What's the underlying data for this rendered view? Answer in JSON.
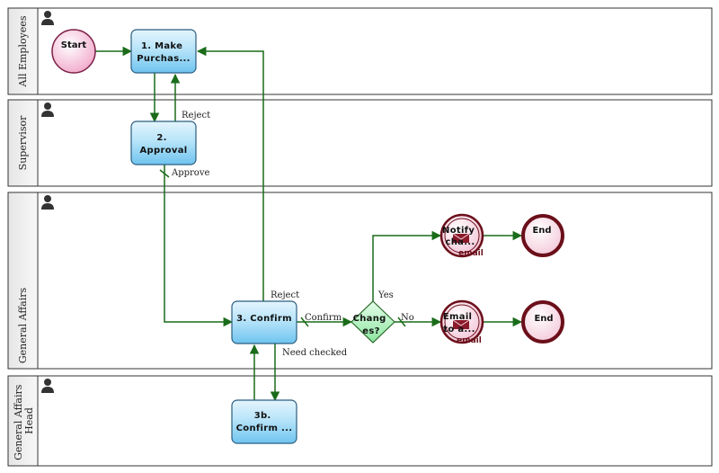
{
  "lanes": [
    {
      "label": "All Employees"
    },
    {
      "label": "Supervisor"
    },
    {
      "label": "General Affairs"
    },
    {
      "label": "General Affairs Head",
      "label_lines": [
        "General Affairs",
        "Head"
      ]
    }
  ],
  "nodes": {
    "start": {
      "label": "Start"
    },
    "make_purchase": {
      "lines": [
        "1. Make",
        "Purchas..."
      ]
    },
    "approval": {
      "lines": [
        "2.",
        "Approval"
      ]
    },
    "confirm": {
      "lines": [
        "3. Confirm"
      ]
    },
    "confirm_b": {
      "lines": [
        "3b.",
        "Confirm ..."
      ]
    },
    "changes_gateway": {
      "lines": [
        "Chang",
        "es?"
      ]
    },
    "notify_email": {
      "lines": [
        "Notify",
        "cha..."
      ],
      "sub": "email"
    },
    "email_to": {
      "lines": [
        "Email",
        "to a..."
      ],
      "sub": "email"
    },
    "end_top": {
      "label": "End"
    },
    "end_bottom": {
      "label": "End"
    }
  },
  "flows": {
    "reject_supervisor": "Reject",
    "approve": "Approve",
    "reject_ga": "Reject",
    "confirm": "Confirm",
    "yes": "Yes",
    "no": "No",
    "need_checked": "Need checked"
  },
  "colors": {
    "flow": "#1a6b1a",
    "task_fill": "#9fd8f5",
    "start_fill": "#f6c8dd",
    "end_stroke": "#6b0f1a",
    "gateway_fill": "#a8f0b8"
  }
}
